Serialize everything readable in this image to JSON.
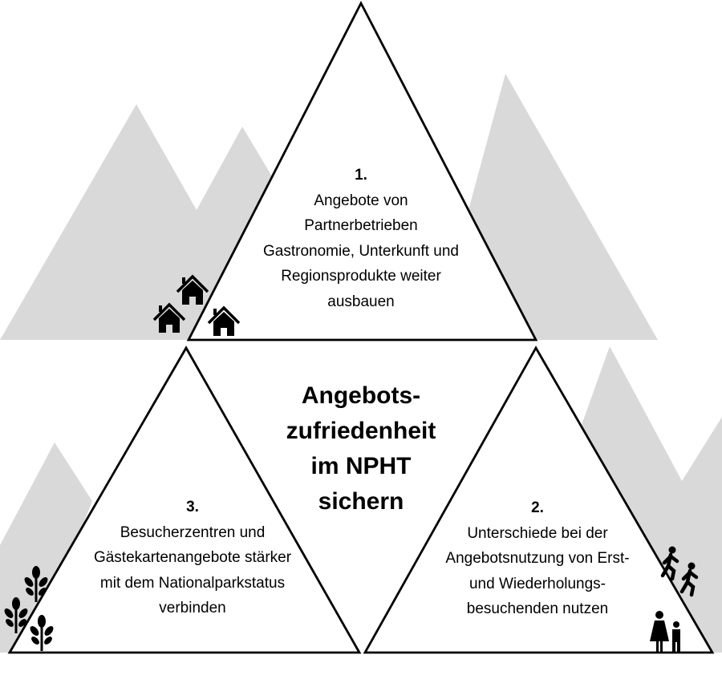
{
  "center_title": [
    "Angebots-",
    "zufriedenheit",
    "im NPHT",
    "sichern"
  ],
  "goals": [
    {
      "number": "1.",
      "lines": [
        "Angebote von",
        "Partnerbetrieben",
        "Gastronomie, Unterkunft und",
        "Regionsprodukte weiter",
        "ausbauen"
      ]
    },
    {
      "number": "2.",
      "lines": [
        "Unterschiede bei der",
        "Angebotsnutzung von Erst-",
        "und Wiederholungs-",
        "besuchenden nutzen"
      ]
    },
    {
      "number": "3.",
      "lines": [
        "Besucherzentren und",
        "Gästekartenangebote stärker",
        "mit dem Nationalparkstatus",
        "verbinden"
      ]
    }
  ],
  "colors": {
    "mountain": "#d9d9d9",
    "outline": "#000000",
    "icon": "#000000"
  }
}
